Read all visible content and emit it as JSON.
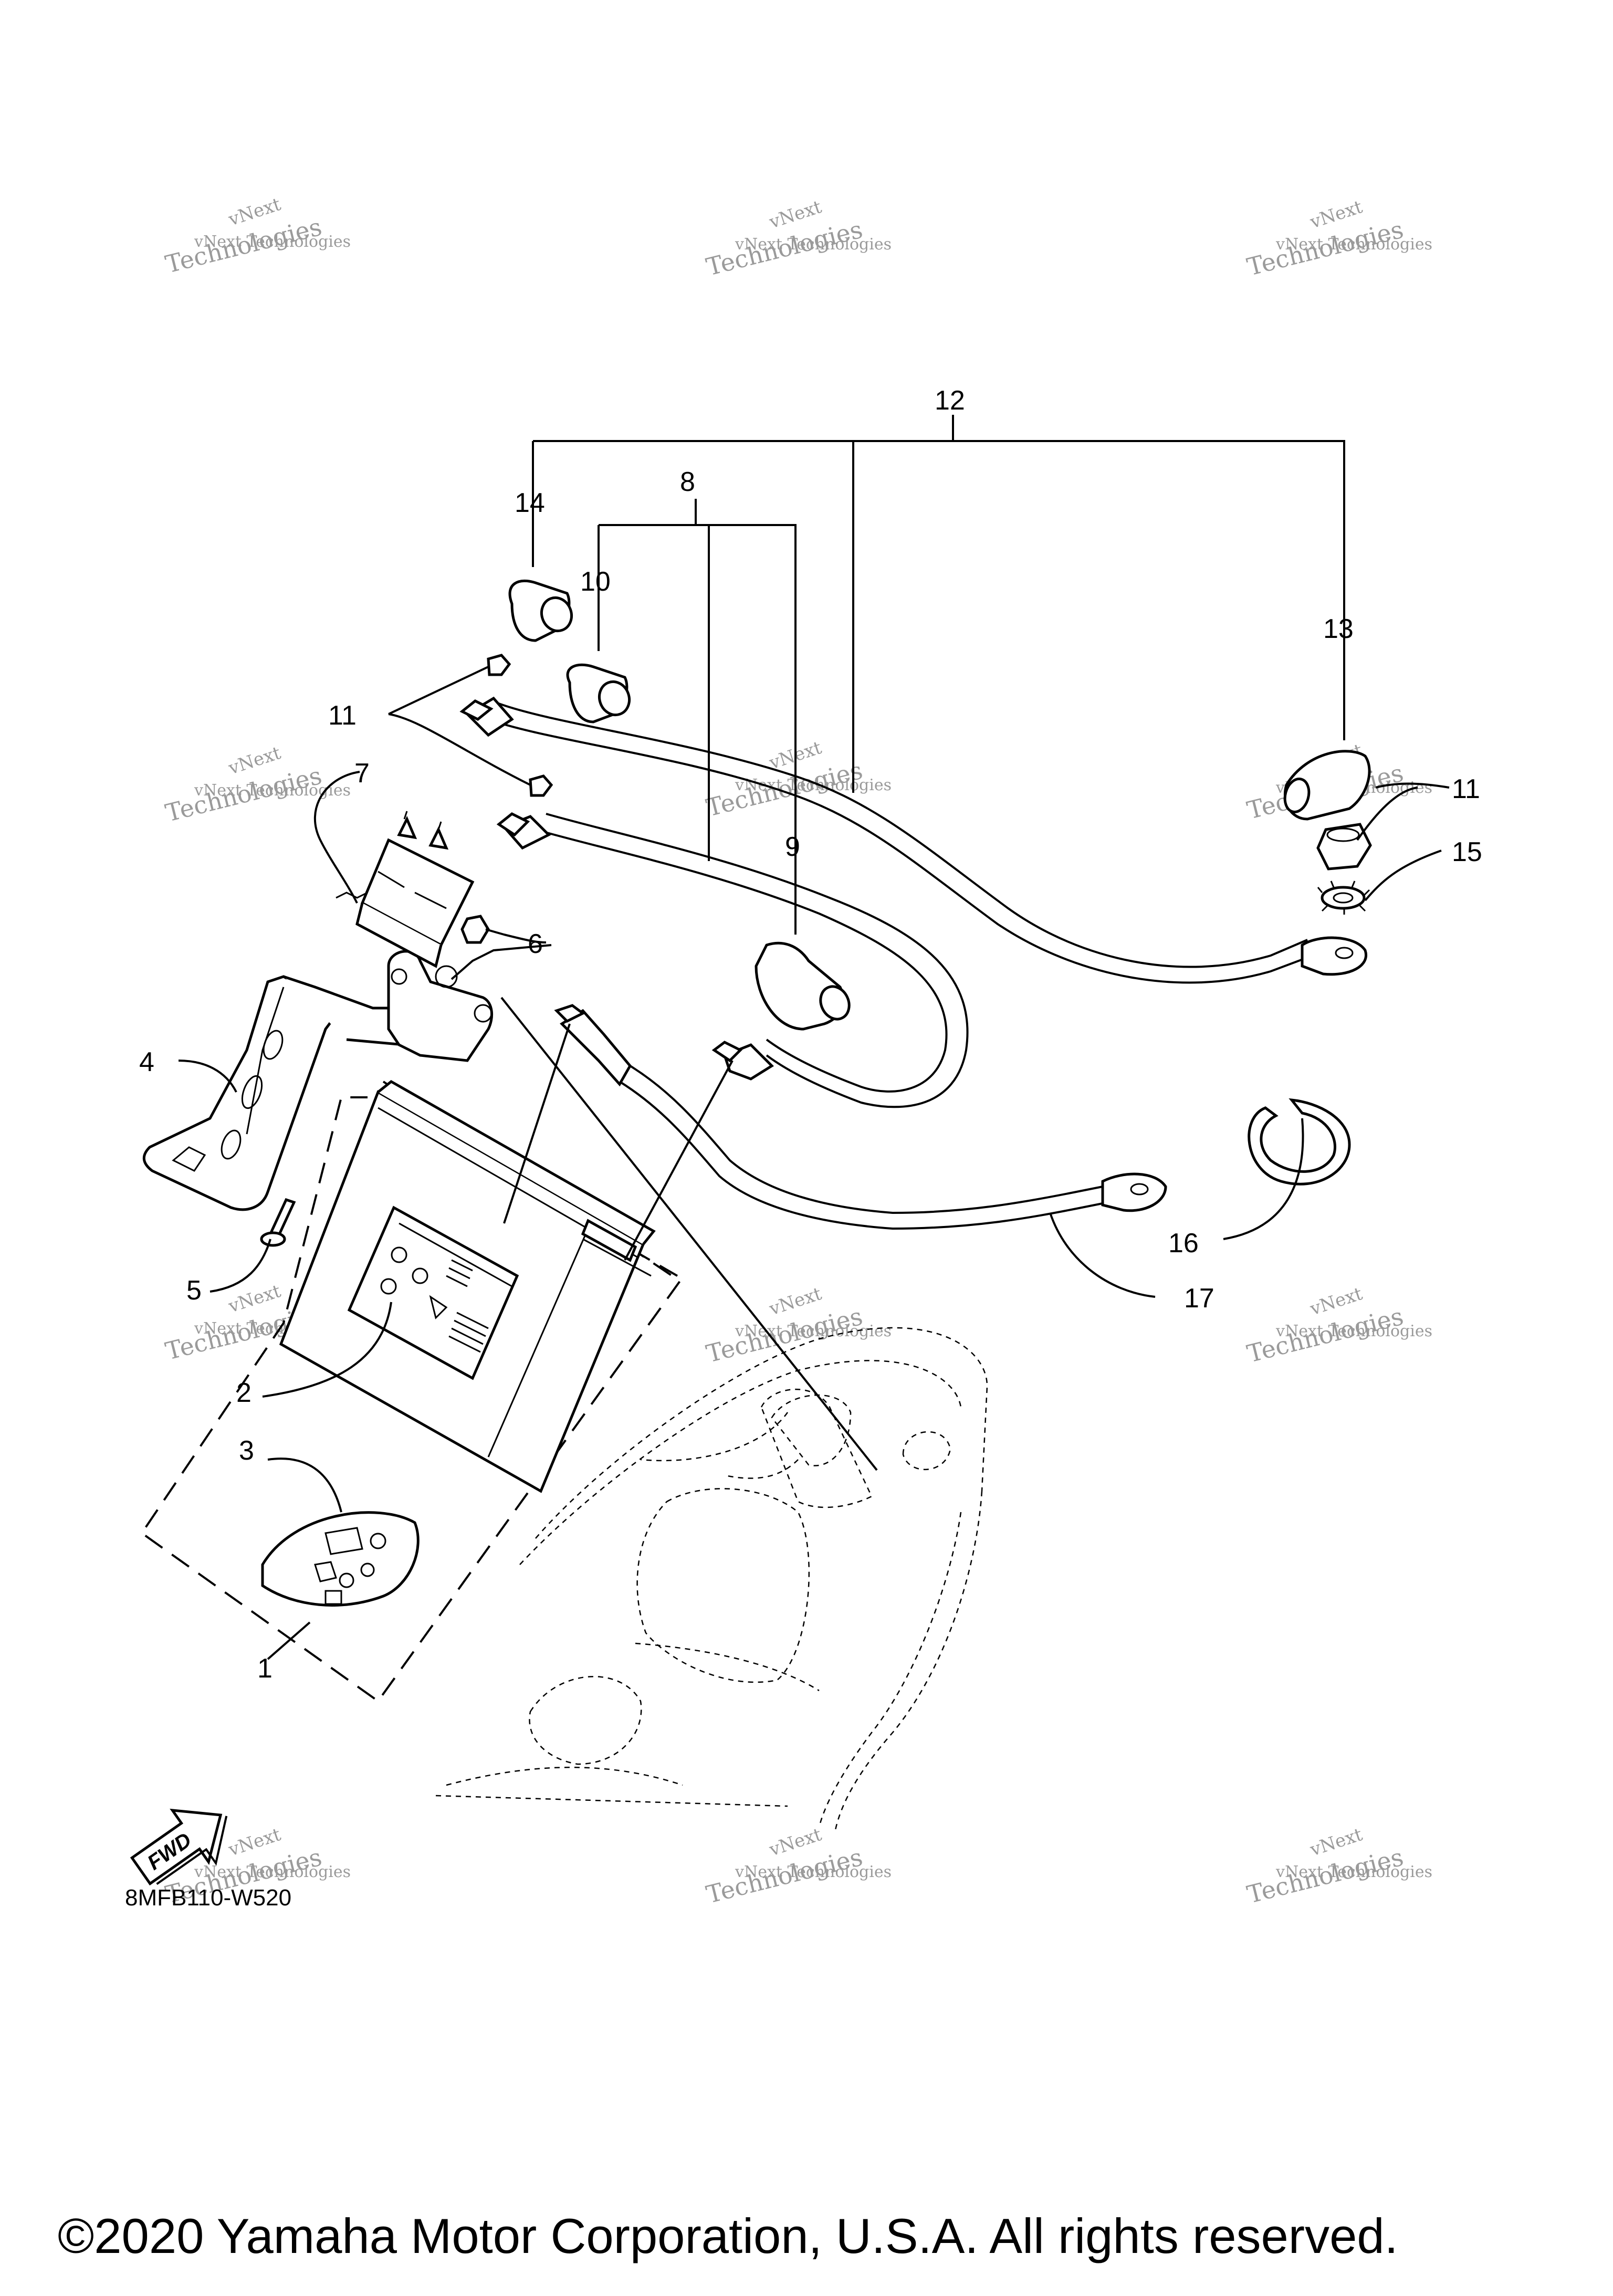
{
  "diagram": {
    "code": "8MFB110-W520",
    "copyright": "©2020 Yamaha Motor Corporation, U.S.A. All rights reserved.",
    "fwd_label": "FWD",
    "callouts": [
      "1",
      "2",
      "3",
      "4",
      "5",
      "6",
      "7",
      "8",
      "9",
      "10",
      "11",
      "11",
      "12",
      "13",
      "14",
      "15",
      "16",
      "17"
    ],
    "watermark": {
      "line1": "vNext",
      "line2": "vNext Technologies",
      "line3": "Technologies"
    }
  }
}
